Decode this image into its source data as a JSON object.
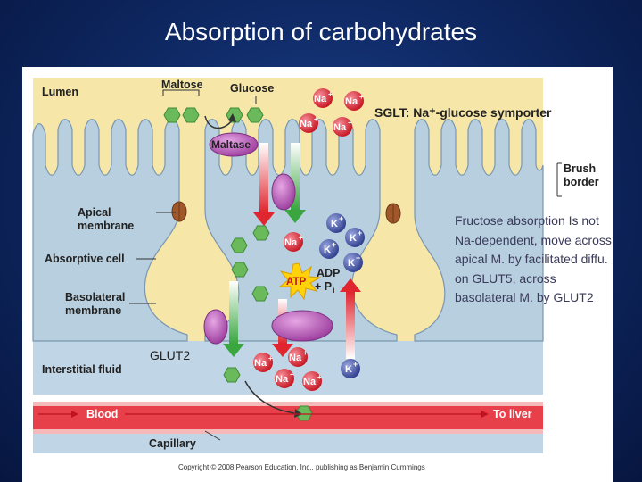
{
  "title": "Absorption of carbohydrates",
  "labels": {
    "lumen": "Lumen",
    "maltose": "Maltose",
    "glucose": "Glucose",
    "maltase": "Maltase",
    "brush_border_1": "Brush",
    "brush_border_2": "border",
    "apical_1": "Apical",
    "apical_2": "membrane",
    "absorptive_cell": "Absorptive cell",
    "basolateral_1": "Basolateral",
    "basolateral_2": "membrane",
    "interstitial_fluid": "Interstitial fluid",
    "blood": "Blood",
    "to_liver": "To liver",
    "capillary": "Capillary",
    "atp": "ATP",
    "adp": "ADP",
    "pi": "+ P",
    "pi_sub": "i",
    "copyright": "Copyright © 2008 Pearson Education, Inc., publishing as Benjamin Cummings"
  },
  "ions": {
    "na": "Na",
    "k": "K",
    "charge": "+"
  },
  "annotations": {
    "sglt": "SGLT: Na⁺-glucose symporter",
    "glut2": "GLUT2",
    "fructose": "Fructose absorption Is not Na-dependent, move across apical M. by facilitated diffu. on GLUT5, across basolateral M. by GLUT2"
  },
  "colors": {
    "lumen": "#f6e6a8",
    "cell": "#b7cfde",
    "blood": "#e8404a",
    "na_ion": "#d5202f",
    "k_ion": "#4257a7",
    "glucose": "#6aba5c",
    "transporter": "#b05ab0",
    "atp_burst": "#ffd20a"
  }
}
